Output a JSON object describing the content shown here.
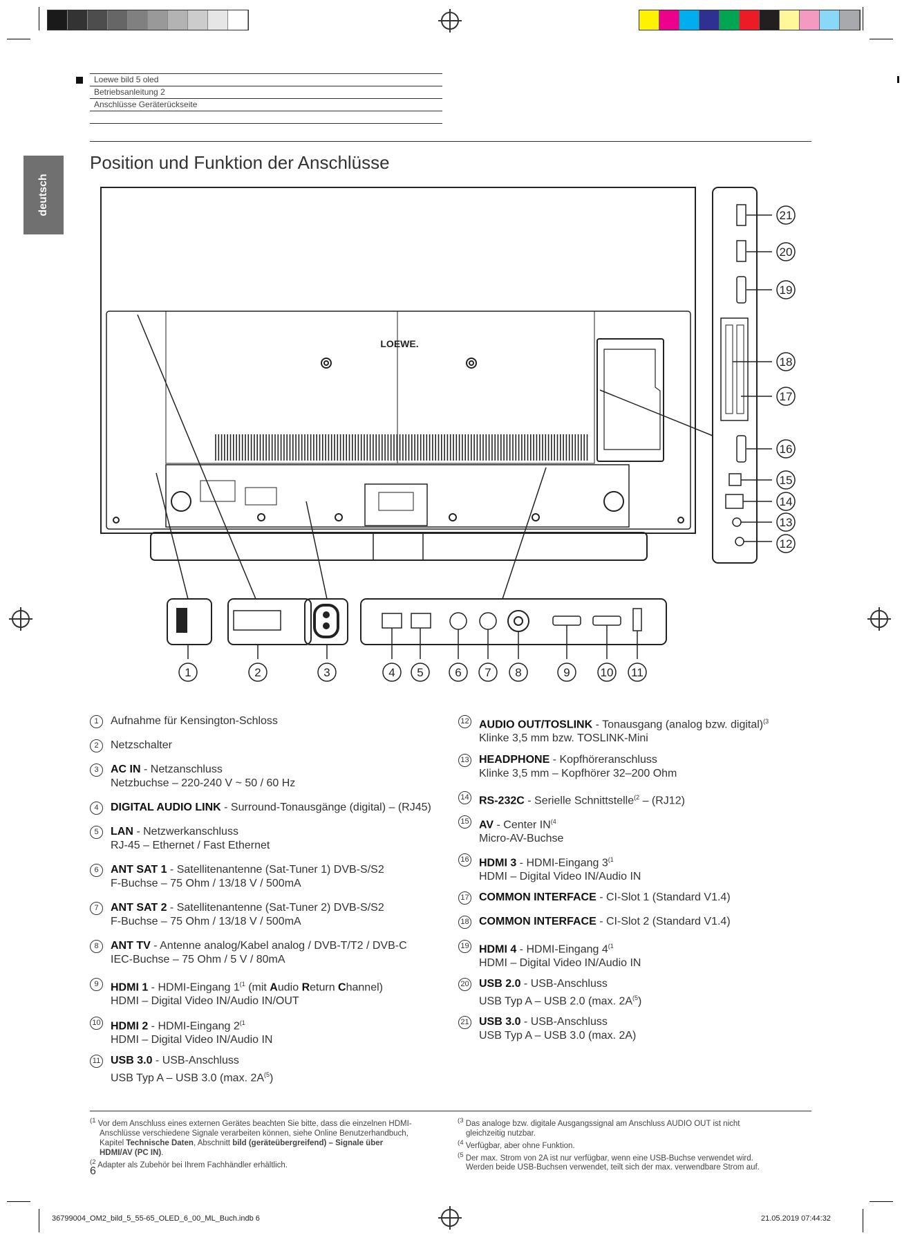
{
  "header": {
    "line1": "Loewe bild 5 oled",
    "line2": "Betriebsanleitung 2",
    "line3": "Anschlüsse Geräterückseite"
  },
  "side_tab": "deutsch",
  "title": "Position und Funktion der Anschlüsse",
  "logo_text": "LOEWE.",
  "callouts": [
    "1",
    "2",
    "3",
    "4",
    "5",
    "6",
    "7",
    "8",
    "9",
    "10",
    "11",
    "12",
    "13",
    "14",
    "15",
    "16",
    "17",
    "18",
    "19",
    "20",
    "21"
  ],
  "items_left": [
    {
      "n": "1",
      "bold": "",
      "text": "Aufnahme für Kensington-Schloss",
      "sup": "",
      "line2": ""
    },
    {
      "n": "2",
      "bold": "",
      "text": "Netzschalter",
      "sup": "",
      "line2": ""
    },
    {
      "n": "3",
      "bold": "AC IN",
      "text": " - Netzanschluss",
      "sup": "",
      "line2": "Netzbuchse – 220-240 V ~ 50 / 60 Hz"
    },
    {
      "n": "4",
      "bold": "DIGITAL AUDIO LINK",
      "text": " - Surround-Tonausgänge (digital) – (RJ45)",
      "sup": "",
      "line2": ""
    },
    {
      "n": "5",
      "bold": "LAN",
      "text": " - Netzwerkanschluss",
      "sup": "",
      "line2": "RJ-45 – Ethernet / Fast Ethernet"
    },
    {
      "n": "6",
      "bold": "ANT SAT 1",
      "text": " - Satellitenantenne (Sat-Tuner 1) DVB-S/S2",
      "sup": "",
      "line2": "F-Buchse – 75 Ohm / 13/18 V / 500mA"
    },
    {
      "n": "7",
      "bold": "ANT SAT 2",
      "text": " - Satellitenantenne (Sat-Tuner 2) DVB-S/S2",
      "sup": "",
      "line2": "F-Buchse – 75 Ohm / 13/18 V / 500mA"
    },
    {
      "n": "8",
      "bold": "ANT TV",
      "text": " - Antenne analog/Kabel analog / DVB-T/T2 / DVB-C",
      "sup": "",
      "line2": "IEC-Buchse – 75 Ohm / 5 V / 80mA"
    },
    {
      "n": "9",
      "bold": "HDMI 1",
      "text": " - HDMI-Eingang 1",
      "sup": "(1",
      "line2": "HDMI – Digital Video IN/Audio IN/OUT",
      "extra": " (mit Audio Return Channel)"
    },
    {
      "n": "10",
      "bold": "HDMI 2",
      "text": " - HDMI-Eingang 2",
      "sup": "(1",
      "line2": "HDMI – Digital Video IN/Audio IN"
    },
    {
      "n": "11",
      "bold": "USB 3.0",
      "text": " - USB-Anschluss",
      "sup": "",
      "line2": "USB Typ A – USB 3.0 (max. 2A",
      "sup2": "(5",
      "tail2": ")"
    }
  ],
  "items_right": [
    {
      "n": "12",
      "bold": "AUDIO OUT/TOSLINK",
      "text": " - Tonausgang (analog bzw. digital)",
      "sup": "(3",
      "line2": "Klinke 3,5 mm bzw. TOSLINK-Mini"
    },
    {
      "n": "13",
      "bold": "HEADPHONE",
      "text": " - Kopfhöreranschluss",
      "sup": "",
      "line2": "Klinke 3,5 mm – Kopfhörer 32–200 Ohm"
    },
    {
      "n": "14",
      "bold": "RS-232C",
      "text": " - Serielle Schnittstelle",
      "sup": "(2",
      "line2": "",
      "tail": " – (RJ12)"
    },
    {
      "n": "15",
      "bold": "AV",
      "text": " - Center IN",
      "sup": "(4",
      "line2": "Micro-AV-Buchse"
    },
    {
      "n": "16",
      "bold": "HDMI 3",
      "text": " - HDMI-Eingang 3",
      "sup": "(1",
      "line2": "HDMI – Digital Video IN/Audio IN"
    },
    {
      "n": "17",
      "bold": "COMMON INTERFACE",
      "text": " - CI-Slot 1 (Standard V1.4)",
      "sup": "",
      "line2": ""
    },
    {
      "n": "18",
      "bold": "COMMON INTERFACE",
      "text": " - CI-Slot 2 (Standard V1.4)",
      "sup": "",
      "line2": ""
    },
    {
      "n": "19",
      "bold": "HDMI 4",
      "text": " - HDMI-Eingang 4",
      "sup": "(1",
      "line2": "HDMI – Digital Video IN/Audio IN"
    },
    {
      "n": "20",
      "bold": "USB 2.0",
      "text": " - USB-Anschluss",
      "sup": "",
      "line2": "USB Typ A – USB 2.0 (max. 2A",
      "sup2": "(5",
      "tail2": ")"
    },
    {
      "n": "21",
      "bold": "USB 3.0",
      "text": " - USB-Anschluss",
      "sup": "",
      "line2": "USB Typ A – USB 3.0 (max. 2A)"
    }
  ],
  "footnotes_left": {
    "f1_mark": "(1",
    "f1_a": "Vor dem Anschluss eines externen Gerätes beachten Sie bitte, dass die einzelnen HDMI-",
    "f1_b": "Anschlüsse verschiedene Signale verarbeiten können, siehe Online Benutzerhandbuch,",
    "f1_c1": "Kapitel ",
    "f1_c2": "Technische Daten",
    "f1_c3": ", Abschnitt ",
    "f1_c4": "bild (geräteübergreifend) – Signale über",
    "f1_d": "HDMI/AV (PC IN)",
    "f1_d2": ".",
    "f2_mark": "(2",
    "f2": "Adapter als Zubehör bei Ihrem Fachhändler erhältlich."
  },
  "footnotes_right": {
    "f3_mark": "(3",
    "f3_a": "Das analoge bzw. digitale Ausgangssignal am Anschluss AUDIO OUT ist nicht",
    "f3_b": "gleichzeitig nutzbar.",
    "f4_mark": "(4",
    "f4": "Verfügbar, aber ohne Funktion.",
    "f5_mark": "(5",
    "f5_a": "Der max. Strom von 2A ist nur verfügbar, wenn eine USB-Buchse verwendet wird.",
    "f5_b": "Werden beide USB-Buchsen verwendet, teilt sich der max. verwendbare Strom auf."
  },
  "page_number": "6",
  "footer": {
    "file": "36799004_OM2_bild_5_55-65_OLED_6_00_ML_Buch.indb   6",
    "date": "21.05.2019   07:44:32"
  },
  "colors": {
    "grays": [
      "#1a1a1a",
      "#333333",
      "#4d4d4d",
      "#666666",
      "#808080",
      "#999999",
      "#b3b3b3",
      "#cccccc",
      "#e6e6e6",
      "#ffffff"
    ],
    "process": [
      "#fff200",
      "#ec008c",
      "#00aeef",
      "#2e3192",
      "#00a651",
      "#ed1c24",
      "#231f20",
      "#fff799",
      "#f49ac1",
      "#8ad8f7",
      "#a7a9ac"
    ],
    "tab": "#707070"
  }
}
